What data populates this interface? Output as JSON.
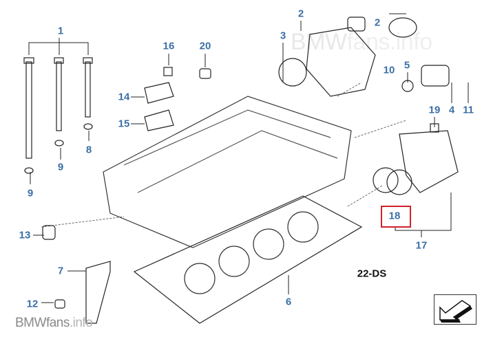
{
  "diagram_code": "22-DS",
  "highlight_color": "#d0202a",
  "label_color": "#3b6fa6",
  "watermark": {
    "brand": "BMW",
    "site": "fans",
    "tld": ".info"
  },
  "labels": [
    {
      "id": "1",
      "text": "1"
    },
    {
      "id": "2a",
      "text": "2"
    },
    {
      "id": "2b",
      "text": "2"
    },
    {
      "id": "3",
      "text": "3"
    },
    {
      "id": "4",
      "text": "4"
    },
    {
      "id": "5",
      "text": "5"
    },
    {
      "id": "6",
      "text": "6"
    },
    {
      "id": "7",
      "text": "7"
    },
    {
      "id": "8",
      "text": "8"
    },
    {
      "id": "9a",
      "text": "9"
    },
    {
      "id": "9b",
      "text": "9"
    },
    {
      "id": "10",
      "text": "10"
    },
    {
      "id": "11",
      "text": "11"
    },
    {
      "id": "12",
      "text": "12"
    },
    {
      "id": "13",
      "text": "13"
    },
    {
      "id": "14",
      "text": "14"
    },
    {
      "id": "15",
      "text": "15"
    },
    {
      "id": "16",
      "text": "16"
    },
    {
      "id": "17",
      "text": "17"
    },
    {
      "id": "18",
      "text": "18"
    },
    {
      "id": "19",
      "text": "19"
    },
    {
      "id": "20",
      "text": "20"
    }
  ],
  "nav_icon": "arrow-down-left-icon"
}
